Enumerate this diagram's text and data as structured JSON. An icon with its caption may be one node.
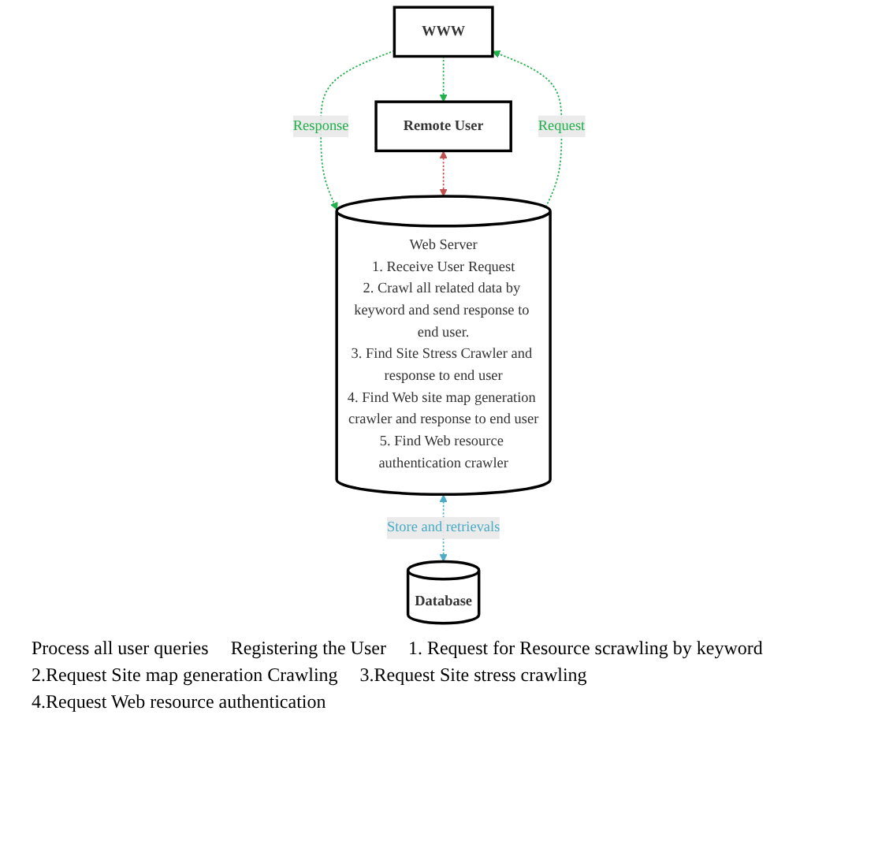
{
  "diagram": {
    "nodes": [
      {
        "text": [
          "WWW"
        ]
      },
      {
        "text": [
          "Web Server",
          "1. Receive User Request",
          "2. Crawl all related data by keyword and send response to end user.",
          "3. Find Site Stress Crawler and response to end user",
          "4. Find Web site map generation crawler and response to end user",
          "5. Find Web resource authentication crawler"
        ]
      },
      {
        "text": [
          "Database"
        ]
      },
      {
        "text": [
          "Remote User"
        ]
      }
    ],
    "edges": [
      {
        "from": 0,
        "to": 1,
        "arrow": "to",
        "label": "Response",
        "style": "dashed"
      },
      {
        "from": 1,
        "to": 0,
        "arrow": "to",
        "label": "Request",
        "style": "dashed"
      },
      {
        "from": 1,
        "to": 2,
        "arrow": "both",
        "label": "Store and retrievals",
        "style": "dashed",
        "color": "#4bacc6"
      },
      {
        "from": 0,
        "to": 3,
        "arrow": "to",
        "style": "dashed"
      },
      {
        "from": 3,
        "to": 1,
        "arrow": "both",
        "style": "dashed",
        "color": "#c0504d"
      }
    ],
    "labels": [
      "Process all user queries",
      "Registering the User",
      "1. Request for Resource scrawling by keyword",
      "2.Request Site map generation Crawling",
      "3.Request Site stress crawling",
      "4.Request Web resource authentication"
    ]
  }
}
